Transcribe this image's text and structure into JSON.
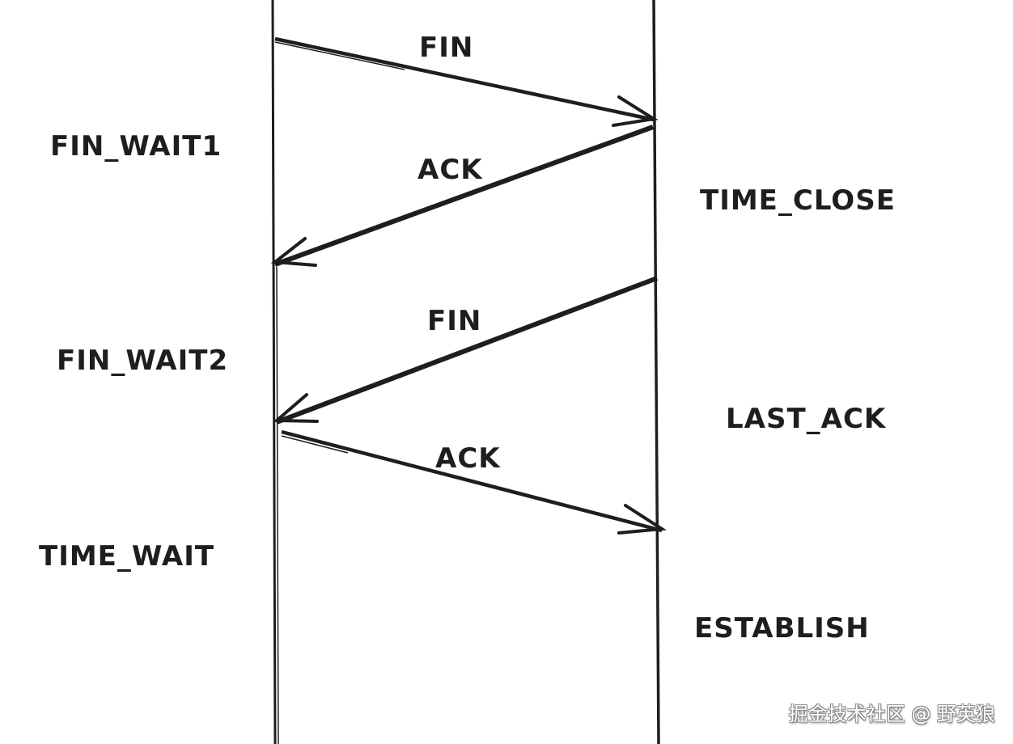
{
  "diagram": {
    "title": "TCP four-way handshake (connection close)",
    "stroke_color": "#1e1e1e",
    "background": "#ffffff",
    "lifelines": [
      {
        "id": "client",
        "label": ""
      },
      {
        "id": "server",
        "label": ""
      }
    ],
    "messages": [
      {
        "label": "FIN",
        "from": "client",
        "to": "server"
      },
      {
        "label": "ACK",
        "from": "server",
        "to": "client"
      },
      {
        "label": "FIN",
        "from": "server",
        "to": "client"
      },
      {
        "label": "ACK",
        "from": "client",
        "to": "server"
      }
    ],
    "client_states": [
      "FIN_WAIT1",
      "FIN_WAIT2",
      "TIME_WAIT"
    ],
    "server_states": [
      "TIME_CLOSE",
      "LAST_ACK",
      "ESTABLISH"
    ]
  },
  "watermark": "掘金技术社区 @ 野英狼"
}
